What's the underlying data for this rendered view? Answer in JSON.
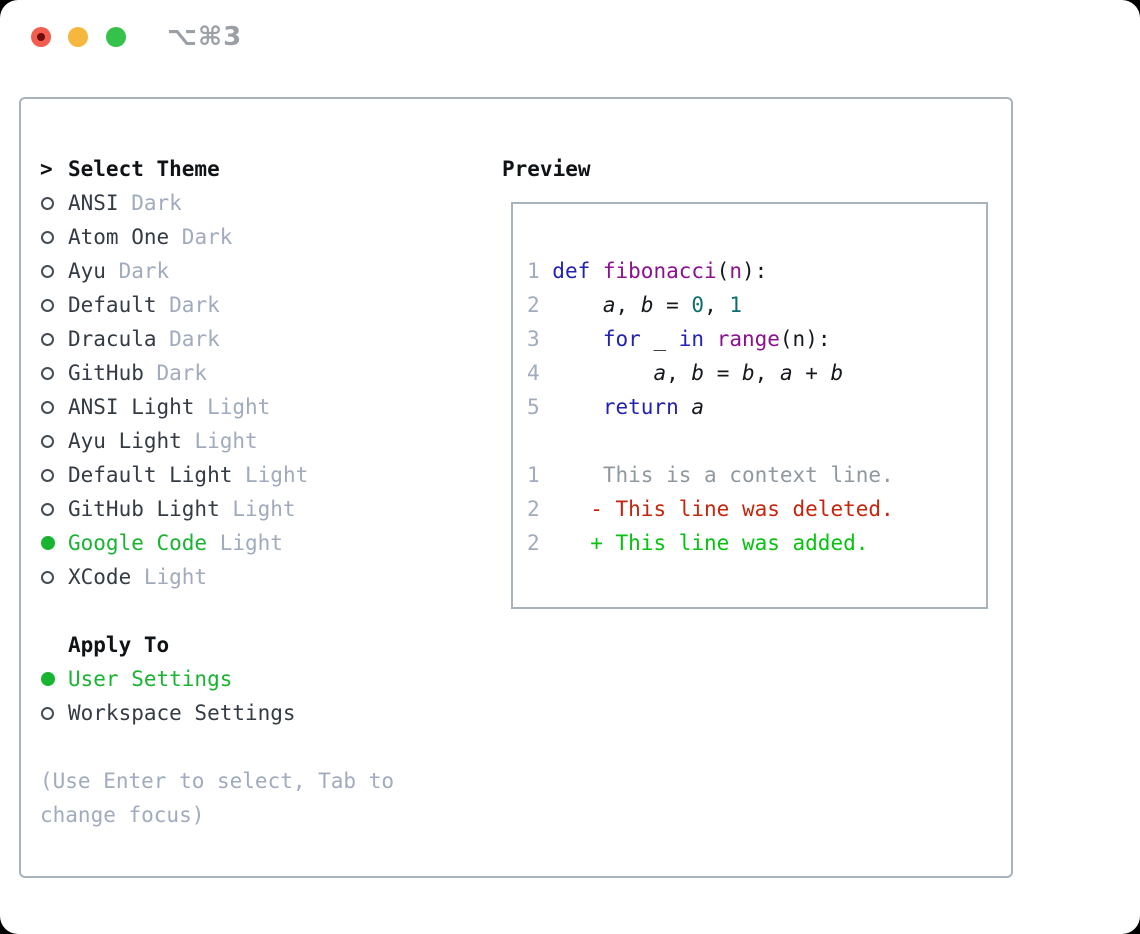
{
  "window": {
    "title": "⌥⌘3",
    "traffic_lights": {
      "close": "red",
      "minimize": "yellow",
      "maximize": "green"
    }
  },
  "colors": {
    "traffic_red": "#f25d50",
    "traffic_red_dot": "#6e0b0b",
    "traffic_yellow": "#f5b83d",
    "traffic_green": "#35c24b",
    "selection_green": "#18b432",
    "text_main": "#343b44",
    "dim_gray": "#a0abbd",
    "keyword_blue": "#2222b2",
    "function_purple": "#8b1191",
    "number_teal": "#0e6e6e",
    "context_gray": "#8f989f",
    "deleted_red": "#c5250d",
    "added_green": "#05c30f",
    "panel_border": "#a9b3bc"
  },
  "theme_selector": {
    "header": {
      "marker": ">",
      "label": "Select Theme"
    },
    "items": [
      {
        "name": "ANSI",
        "variant": "Dark",
        "selected": false
      },
      {
        "name": "Atom One",
        "variant": "Dark",
        "selected": false
      },
      {
        "name": "Ayu",
        "variant": "Dark",
        "selected": false
      },
      {
        "name": "Default",
        "variant": "Dark",
        "selected": false
      },
      {
        "name": "Dracula",
        "variant": "Dark",
        "selected": false
      },
      {
        "name": "GitHub",
        "variant": "Dark",
        "selected": false
      },
      {
        "name": "ANSI Light",
        "variant": "Light",
        "selected": false
      },
      {
        "name": "Ayu Light",
        "variant": "Light",
        "selected": false
      },
      {
        "name": "Default Light",
        "variant": "Light",
        "selected": false
      },
      {
        "name": "GitHub Light",
        "variant": "Light",
        "selected": false
      },
      {
        "name": "Google Code",
        "variant": "Light",
        "selected": true
      },
      {
        "name": "XCode",
        "variant": "Light",
        "selected": false
      }
    ],
    "apply_to": {
      "label": "Apply To",
      "options": [
        {
          "name": "User Settings",
          "selected": true
        },
        {
          "name": "Workspace Settings",
          "selected": false
        }
      ]
    },
    "help_lines": [
      "(Use Enter to select, Tab to",
      "change focus)"
    ]
  },
  "preview": {
    "label": "Preview",
    "lines": [
      {
        "segments": [
          {
            "t": "ln",
            "s": "1 "
          },
          {
            "t": "kw",
            "s": "def "
          },
          {
            "t": "fn",
            "s": "fibonacci"
          },
          {
            "t": "pl",
            "s": "("
          },
          {
            "t": "prm",
            "s": "n"
          },
          {
            "t": "pl",
            "s": "):"
          }
        ]
      },
      {
        "segments": [
          {
            "t": "ln",
            "s": "2 "
          },
          {
            "t": "pl",
            "s": "    "
          },
          {
            "t": "var",
            "s": "a"
          },
          {
            "t": "pl",
            "s": ", "
          },
          {
            "t": "var",
            "s": "b"
          },
          {
            "t": "pl",
            "s": " = "
          },
          {
            "t": "num",
            "s": "0"
          },
          {
            "t": "pl",
            "s": ", "
          },
          {
            "t": "num",
            "s": "1"
          }
        ]
      },
      {
        "segments": [
          {
            "t": "ln",
            "s": "3 "
          },
          {
            "t": "pl",
            "s": "    "
          },
          {
            "t": "kw",
            "s": "for "
          },
          {
            "t": "pl",
            "s": "_ "
          },
          {
            "t": "kw",
            "s": "in "
          },
          {
            "t": "fn",
            "s": "range"
          },
          {
            "t": "pl",
            "s": "(n):"
          }
        ]
      },
      {
        "segments": [
          {
            "t": "ln",
            "s": "4 "
          },
          {
            "t": "pl",
            "s": "        "
          },
          {
            "t": "var",
            "s": "a"
          },
          {
            "t": "pl",
            "s": ", "
          },
          {
            "t": "var",
            "s": "b"
          },
          {
            "t": "pl",
            "s": " = "
          },
          {
            "t": "var",
            "s": "b"
          },
          {
            "t": "pl",
            "s": ", "
          },
          {
            "t": "var",
            "s": "a"
          },
          {
            "t": "pl",
            "s": " + "
          },
          {
            "t": "var",
            "s": "b"
          }
        ]
      },
      {
        "segments": [
          {
            "t": "ln",
            "s": "5 "
          },
          {
            "t": "pl",
            "s": "    "
          },
          {
            "t": "kw",
            "s": "return "
          },
          {
            "t": "var",
            "s": "a"
          }
        ]
      },
      {
        "segments": []
      },
      {
        "segments": [
          {
            "t": "ln",
            "s": "1"
          },
          {
            "t": "ctx",
            "s": "     This is a context line."
          }
        ]
      },
      {
        "segments": [
          {
            "t": "ln",
            "s": "2"
          },
          {
            "t": "del",
            "s": "    - This line was deleted."
          }
        ]
      },
      {
        "segments": [
          {
            "t": "ln",
            "s": "2"
          },
          {
            "t": "add",
            "s": "    + This line was added."
          }
        ]
      }
    ]
  }
}
